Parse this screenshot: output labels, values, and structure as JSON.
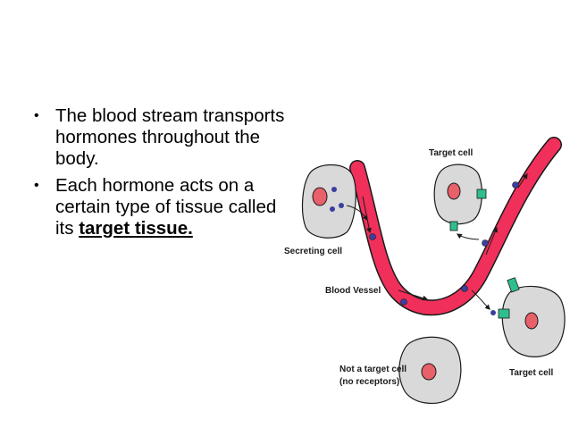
{
  "bullets": [
    {
      "text": "The blood stream transports hormones throughout the body."
    },
    {
      "text_before": "Each hormone acts on a certain type of tissue called its ",
      "emphasis": "target tissue."
    }
  ],
  "diagram": {
    "labels": {
      "target_cell_top": "Target cell",
      "secreting_cell": "Secreting cell",
      "blood_vessel": "Blood Vessel",
      "target_cell_right": "Target cell",
      "not_target_line1": "Not a target cell",
      "not_target_line2": "(no receptors)"
    },
    "colors": {
      "vessel": "#f0305a",
      "vessel_outline": "#1a1a1a",
      "cell_fill": "#d9d9d9",
      "nucleus": "#e8606a",
      "hormone": "#3a3fa0",
      "receptor": "#2fbf8f"
    }
  }
}
